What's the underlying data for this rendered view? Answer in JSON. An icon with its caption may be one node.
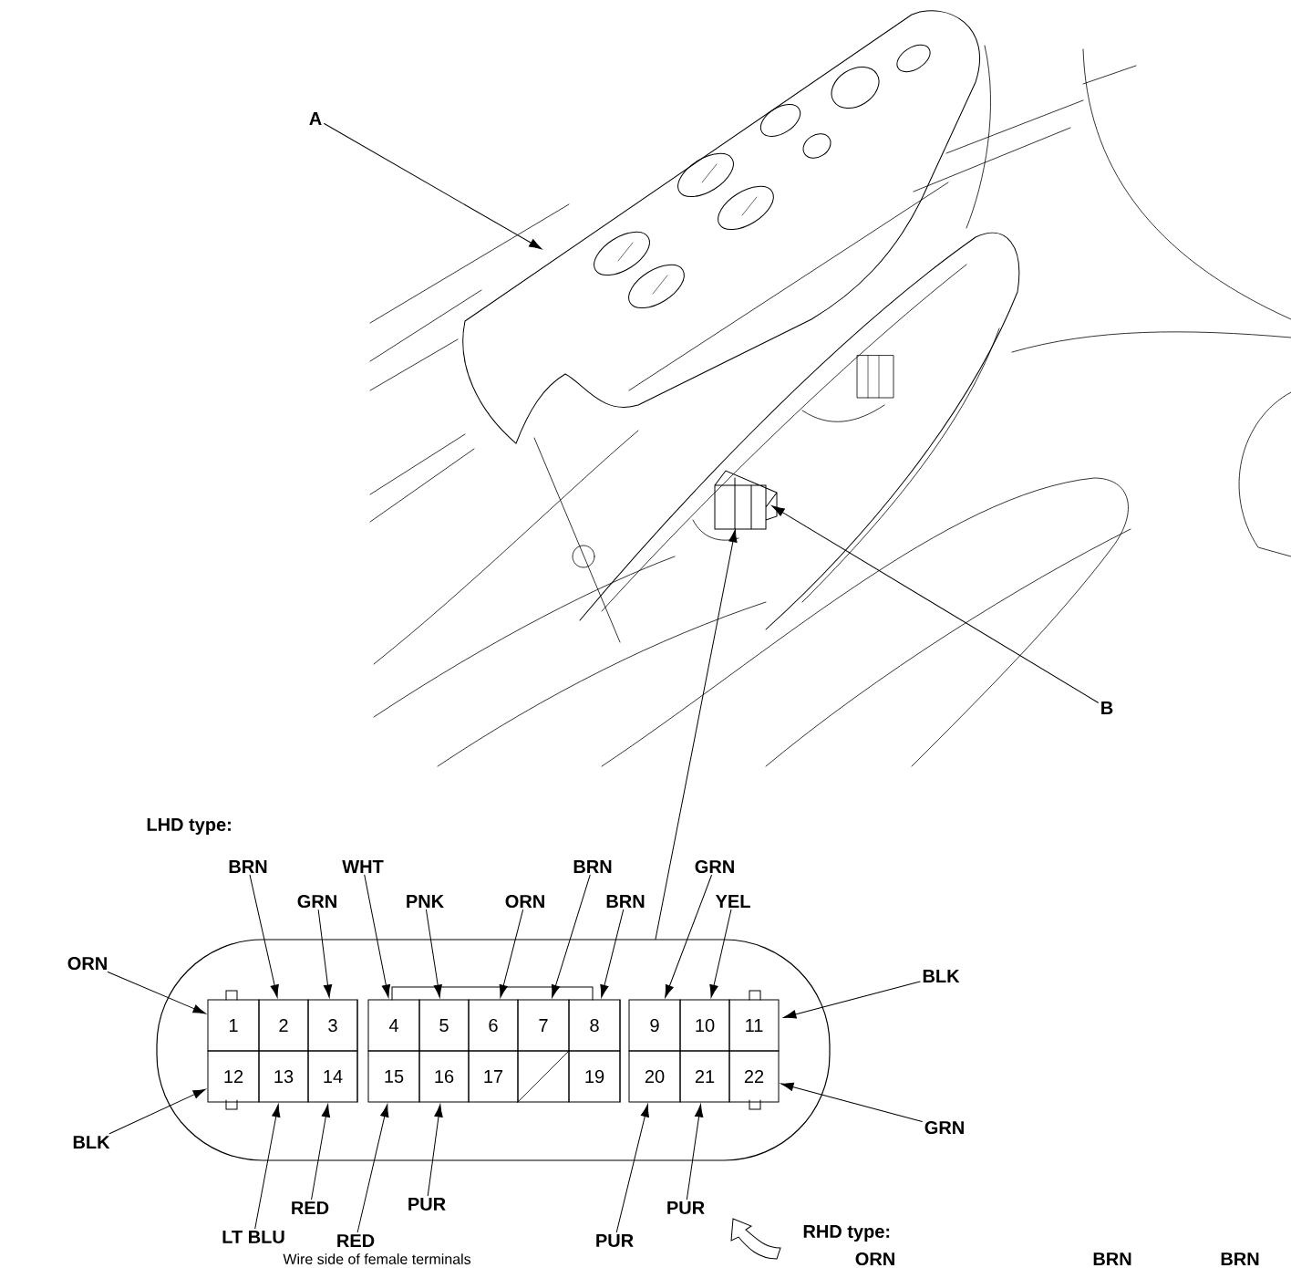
{
  "diagram": {
    "nodes": [
      {
        "text": [
          "A"
        ]
      },
      {
        "text": [
          "B"
        ]
      },
      {
        "text": [],
        "shape": "picture"
      },
      {
        "text": [],
        "shape": "box"
      },
      {
        "text": [
          "1"
        ],
        "in": 3
      },
      {
        "text": [
          "2"
        ],
        "in": 3
      },
      {
        "text": [
          "3"
        ],
        "in": 3
      },
      {
        "text": [
          "4"
        ],
        "in": 3
      },
      {
        "text": [
          "5"
        ],
        "in": 3
      },
      {
        "text": [
          "6"
        ],
        "in": 3
      },
      {
        "text": [
          "7"
        ],
        "in": 3
      },
      {
        "text": [
          "8"
        ],
        "in": 3
      },
      {
        "text": [
          "9"
        ],
        "in": 3
      },
      {
        "text": [
          "10"
        ],
        "in": 3
      },
      {
        "text": [
          "11"
        ],
        "in": 3
      },
      {
        "text": [
          "12"
        ],
        "in": 3
      },
      {
        "text": [
          "13"
        ],
        "in": 3
      },
      {
        "text": [
          "14"
        ],
        "in": 3
      },
      {
        "text": [
          "15"
        ],
        "in": 3
      },
      {
        "text": [
          "16"
        ],
        "in": 3
      },
      {
        "text": [
          "17"
        ],
        "in": 3
      },
      {
        "text": [],
        "shape": "box",
        "in": 3
      },
      {
        "text": [
          "19"
        ],
        "in": 3
      },
      {
        "text": [
          "20"
        ],
        "in": 3
      },
      {
        "text": [
          "21"
        ],
        "in": 3
      },
      {
        "text": [
          "22"
        ],
        "in": 3
      },
      {
        "text": [
          "BRN"
        ]
      },
      {
        "text": [
          "WHT"
        ]
      },
      {
        "text": [
          "BRN"
        ]
      },
      {
        "text": [
          "GRN"
        ]
      },
      {
        "text": [
          "GRN"
        ]
      },
      {
        "text": [
          "PNK"
        ]
      },
      {
        "text": [
          "ORN"
        ]
      },
      {
        "text": [
          "BRN"
        ]
      },
      {
        "text": [
          "YEL"
        ]
      },
      {
        "text": [
          "ORN"
        ]
      },
      {
        "text": [
          "BLK"
        ]
      },
      {
        "text": [
          "GRN"
        ]
      },
      {
        "text": [
          "BLK"
        ]
      },
      {
        "text": [
          "RED"
        ]
      },
      {
        "text": [
          "PUR"
        ]
      },
      {
        "text": [
          "PUR"
        ]
      },
      {
        "text": [
          "LT BLU"
        ]
      },
      {
        "text": [
          "RED"
        ]
      },
      {
        "text": [
          "PUR"
        ]
      }
    ],
    "edges": [
      {
        "from": 0,
        "to": null,
        "arrow": "to"
      },
      {
        "from": 1,
        "to": 2,
        "arrow": "to"
      },
      {
        "from": 3,
        "to": 2,
        "arrow": "to"
      },
      {
        "from": 26,
        "to": 5,
        "arrow": "to"
      },
      {
        "from": 27,
        "to": 7,
        "arrow": "to"
      },
      {
        "from": 28,
        "to": 10,
        "arrow": "to"
      },
      {
        "from": 29,
        "to": 12,
        "arrow": "to"
      },
      {
        "from": 30,
        "to": 6,
        "arrow": "to"
      },
      {
        "from": 31,
        "to": 8,
        "arrow": "to"
      },
      {
        "from": 32,
        "to": 9,
        "arrow": "to"
      },
      {
        "from": 33,
        "to": 11,
        "arrow": "to"
      },
      {
        "from": 34,
        "to": 13,
        "arrow": "to"
      },
      {
        "from": 35,
        "to": 4,
        "arrow": "to"
      },
      {
        "from": 36,
        "to": 14,
        "arrow": "to"
      },
      {
        "from": 37,
        "to": 25,
        "arrow": "to"
      },
      {
        "from": 38,
        "to": 15,
        "arrow": "to"
      },
      {
        "from": 39,
        "to": 17,
        "arrow": "to"
      },
      {
        "from": 40,
        "to": 19,
        "arrow": "to"
      },
      {
        "from": 41,
        "to": 24,
        "arrow": "to"
      },
      {
        "from": 42,
        "to": 16,
        "arrow": "to"
      },
      {
        "from": 43,
        "to": 18,
        "arrow": "to"
      },
      {
        "from": 44,
        "to": 23,
        "arrow": "to"
      }
    ],
    "labels": [
      "LHD type:",
      "RHD type:",
      "Wire side of female terminals",
      "ORN",
      "BRN",
      "BRN"
    ]
  }
}
